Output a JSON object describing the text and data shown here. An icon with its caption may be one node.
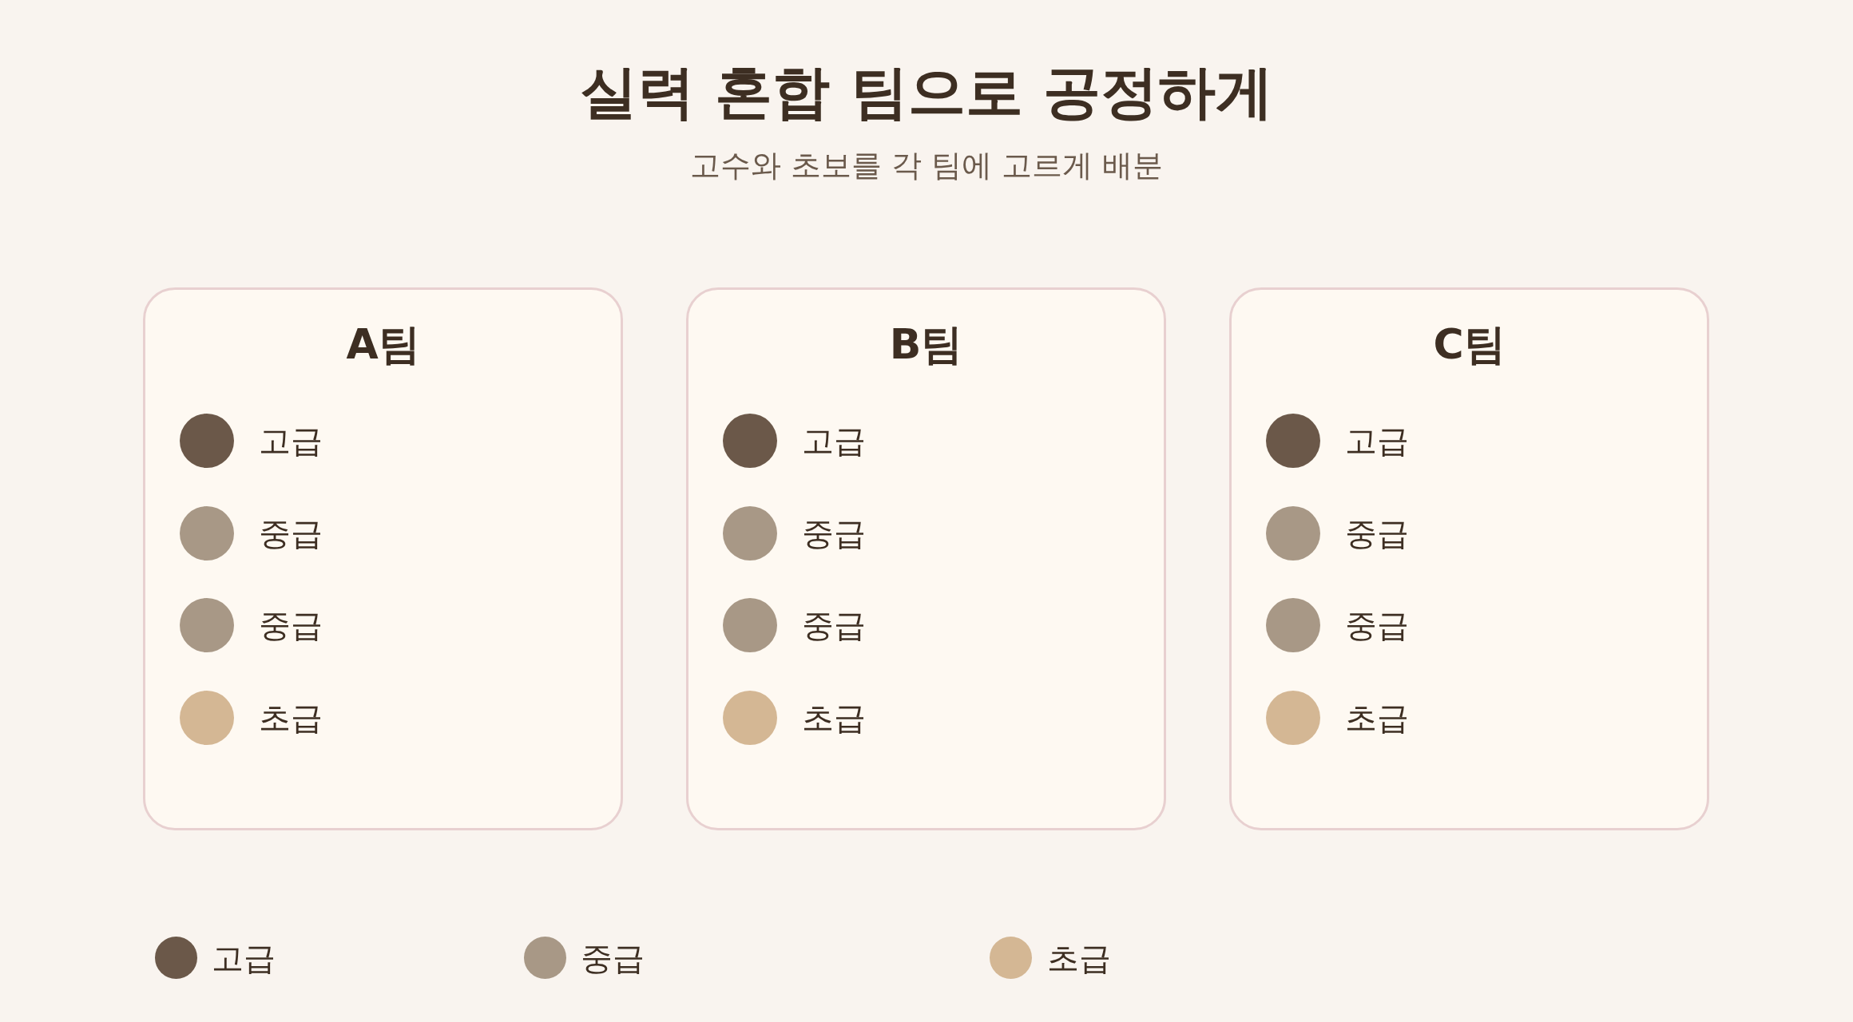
{
  "diagram": {
    "title": "실력 혼합 팀으로 공정하게",
    "nodes": [
      {
        "text": [
          "A팀"
        ]
      },
      {
        "text": [],
        "shape": "circle",
        "in": 0,
        "beside": [
          "고급"
        ]
      },
      {
        "text": [],
        "shape": "circle",
        "in": 0,
        "beside": [
          "중급"
        ]
      },
      {
        "text": [],
        "shape": "circle",
        "in": 0,
        "beside": [
          "중급"
        ]
      },
      {
        "text": [],
        "shape": "circle",
        "in": 0,
        "beside": [
          "초급"
        ]
      },
      {
        "text": [
          "B팀"
        ]
      },
      {
        "text": [],
        "shape": "circle",
        "in": 5,
        "beside": [
          "고급"
        ]
      },
      {
        "text": [],
        "shape": "circle",
        "in": 5,
        "beside": [
          "중급"
        ]
      },
      {
        "text": [],
        "shape": "circle",
        "in": 5,
        "beside": [
          "중급"
        ]
      },
      {
        "text": [],
        "shape": "circle",
        "in": 5,
        "beside": [
          "초급"
        ]
      },
      {
        "text": [
          "C팀"
        ]
      },
      {
        "text": [],
        "shape": "circle",
        "in": 10,
        "beside": [
          "고급"
        ]
      },
      {
        "text": [],
        "shape": "circle",
        "in": 10,
        "beside": [
          "중급"
        ]
      },
      {
        "text": [],
        "shape": "circle",
        "in": 10,
        "beside": [
          "중급"
        ]
      },
      {
        "text": [],
        "shape": "circle",
        "in": 10,
        "beside": [
          "초급"
        ]
      }
    ],
    "labels": [
      "고수와 초보를 각 팀에 고르게 배분"
    ],
    "legend": [
      {
        "text": "고급",
        "color": "#6b5849"
      },
      {
        "text": "중급",
        "color": "#a89886"
      },
      {
        "text": "초급",
        "color": "#d4b794"
      }
    ]
  }
}
